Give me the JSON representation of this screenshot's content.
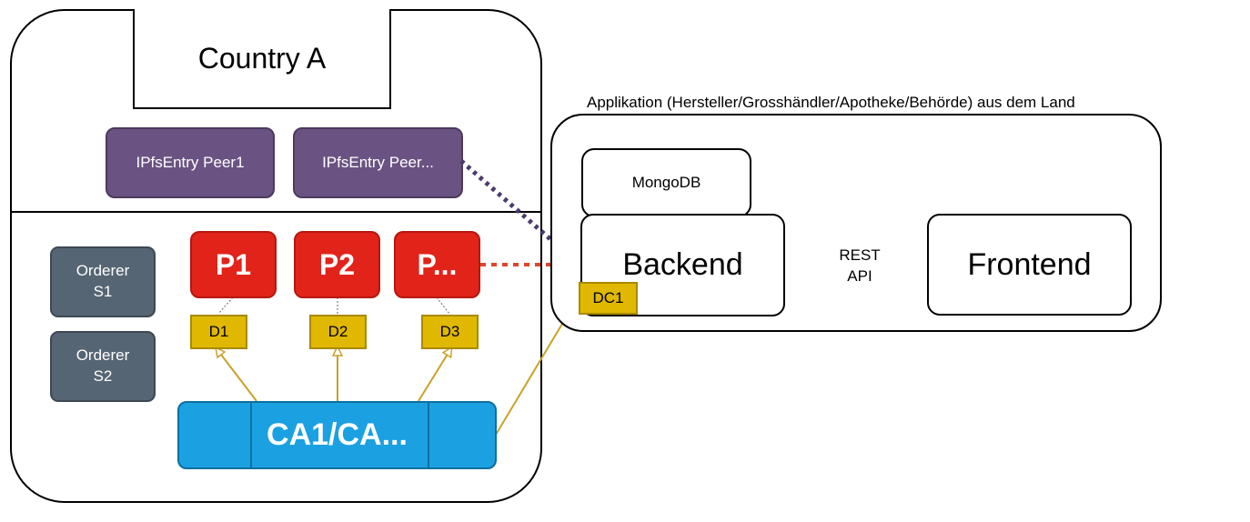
{
  "country": {
    "title": "Country A",
    "ipfs_peers": [
      "IPfsEntry Peer1",
      "IPfsEntry Peer..."
    ],
    "orderers": [
      {
        "line1": "Orderer",
        "line2": "S1"
      },
      {
        "line1": "Orderer",
        "line2": "S2"
      }
    ],
    "peers": [
      "P1",
      "P2",
      "P..."
    ],
    "data_boxes": [
      "D1",
      "D2",
      "D3"
    ],
    "ca": "CA1/CA..."
  },
  "application": {
    "label": "Applikation (Hersteller/Grosshändler/Apotheke/Behörde) aus dem Land",
    "mongodb": "MongoDB",
    "backend": "Backend",
    "frontend": "Frontend",
    "dc": "DC1",
    "rest_line1": "REST",
    "rest_line2": "API"
  },
  "colors": {
    "ipfs": "#6a5382",
    "orderer": "#566573",
    "peer": "#e2231a",
    "data": "#e0b800",
    "ca": "#1ba1e2",
    "dotted_purple": "#4b3a6e",
    "dotted_red": "#d9482b",
    "link_gold": "#c9a227"
  }
}
